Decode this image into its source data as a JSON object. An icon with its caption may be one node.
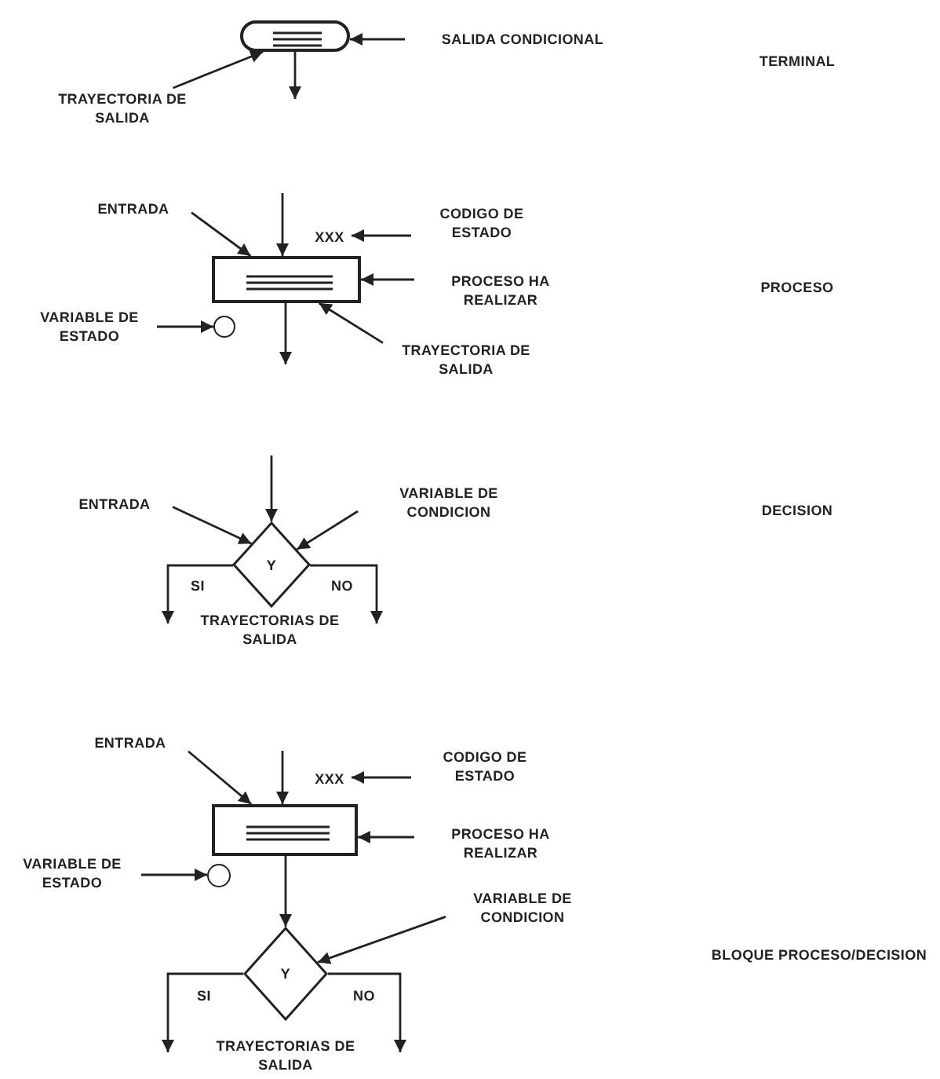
{
  "diagram": {
    "nodes": [
      {
        "text": [],
        "shape": "box"
      },
      {
        "text": [
          "SALIDA CONDICIONAL"
        ]
      },
      {
        "text": [
          "TRAYECTORIA DE SALIDA"
        ]
      },
      {
        "text": [
          "ENTRADA"
        ]
      },
      {
        "text": [
          "XXX"
        ]
      },
      {
        "text": [
          "CODIGO DE ESTADO"
        ]
      },
      {
        "text": [],
        "shape": "box"
      },
      {
        "text": [
          "PROCESO HA REALIZAR"
        ]
      },
      {
        "text": [
          "VARIABLE DE ESTADO"
        ]
      },
      {
        "text": [],
        "shape": "circle"
      },
      {
        "text": [
          "TRAYECTORIA DE SALIDA"
        ]
      },
      {
        "text": [
          "ENTRADA"
        ]
      },
      {
        "text": [
          "VARIABLE DE CONDICION"
        ]
      },
      {
        "text": [
          "Y"
        ],
        "beside": [
          "TRAYECTORIAS DE SALIDA"
        ]
      },
      {
        "text": [
          "ENTRADA"
        ]
      },
      {
        "text": [
          "XXX"
        ]
      },
      {
        "text": [
          "CODIGO DE ESTADO"
        ]
      },
      {
        "text": [],
        "shape": "box"
      },
      {
        "text": [
          "PROCESO HA REALIZAR"
        ]
      },
      {
        "text": [
          "VARIABLE DE ESTADO"
        ]
      },
      {
        "text": [],
        "shape": "circle"
      },
      {
        "text": [
          "VARIABLE DE CONDICION"
        ]
      },
      {
        "text": [
          "Y"
        ],
        "beside": [
          "TRAYECTORIAS DE SALIDA"
        ]
      }
    ],
    "edges": [
      {
        "from": 0,
        "to": null,
        "arrow": "to"
      },
      {
        "from": 1,
        "to": 0,
        "arrow": "to"
      },
      {
        "from": 2,
        "to": 0,
        "arrow": "to"
      },
      {
        "from": 3,
        "to": 6,
        "arrow": "to"
      },
      {
        "from": null,
        "to": 6,
        "arrow": "to"
      },
      {
        "from": 5,
        "to": 4,
        "arrow": "to"
      },
      {
        "from": 7,
        "to": 6,
        "arrow": "to"
      },
      {
        "from": 8,
        "to": 9,
        "arrow": "to"
      },
      {
        "from": 6,
        "to": null,
        "arrow": "to"
      },
      {
        "from": 10,
        "to": 6,
        "arrow": "to"
      },
      {
        "from": null,
        "to": 13,
        "arrow": "to"
      },
      {
        "from": 11,
        "to": 13,
        "arrow": "to"
      },
      {
        "from": 12,
        "to": 13,
        "arrow": "to"
      },
      {
        "from": 13,
        "to": null,
        "arrow": "to",
        "label": "SI"
      },
      {
        "from": 13,
        "to": null,
        "arrow": "to",
        "label": "NO"
      },
      {
        "from": 14,
        "to": 17,
        "arrow": "to"
      },
      {
        "from": null,
        "to": 17,
        "arrow": "to"
      },
      {
        "from": 16,
        "to": 15,
        "arrow": "to"
      },
      {
        "from": 18,
        "to": 17,
        "arrow": "to"
      },
      {
        "from": 19,
        "to": 20,
        "arrow": "to"
      },
      {
        "from": 17,
        "to": 22,
        "arrow": "to"
      },
      {
        "from": 21,
        "to": 22,
        "arrow": "to"
      },
      {
        "from": 22,
        "to": null,
        "arrow": "to",
        "label": "SI"
      },
      {
        "from": 22,
        "to": null,
        "arrow": "to",
        "label": "NO"
      }
    ],
    "labels": [
      "TERMINAL",
      "PROCESO",
      "DECISION",
      "BLOQUE PROCESO/DECISION"
    ]
  }
}
